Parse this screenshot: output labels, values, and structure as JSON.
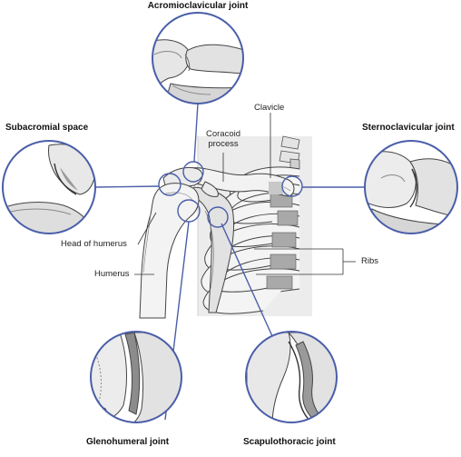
{
  "title_labels": {
    "acromioclavicular": "Acromioclavicular joint",
    "subacromial": "Subacromial space",
    "sternoclavicular": "Sternoclavicular joint",
    "glenohumeral": "Glenohumeral joint",
    "scapulothoracic": "Scapulothoracic joint"
  },
  "anatomy_labels": {
    "clavicle": "Clavicle",
    "coracoid_line1": "Coracoid",
    "coracoid_line2": "process",
    "head_of_humerus": "Head of humerus",
    "humerus": "Humerus",
    "ribs": "Ribs"
  },
  "colors": {
    "connector": "#4a5ea8",
    "outline": "#333333",
    "bone_light": "#e6e6e6",
    "bone_mid": "#bdbdbd",
    "bone_dark": "#8c8c8c",
    "cartilage": "#a9a9a9"
  }
}
